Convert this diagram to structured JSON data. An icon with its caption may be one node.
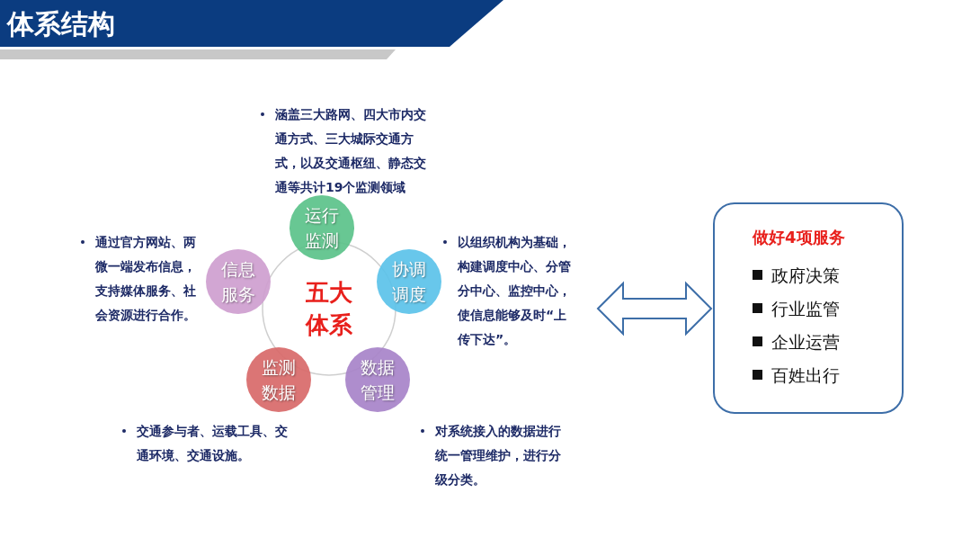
{
  "diagram": {
    "title": "体系结构",
    "nodes": [
      {
        "text": [
          "五大体系"
        ]
      },
      {
        "text": [
          "运行监测"
        ],
        "beside": [
          "涵盖三大路网、四大市内交通方式、三大城际交通方式，以及交通枢纽、静态交通等共计19个监测领域"
        ]
      },
      {
        "text": [
          "协调调度"
        ],
        "beside": [
          "以组织机构为基础，构建调度中心、分管分中心、监控中心，使信息能够及时“上传下达”。"
        ]
      },
      {
        "text": [
          "数据管理"
        ],
        "beside": [
          "对系统接入的数据进行统一管理维护，进行分级分类。"
        ]
      },
      {
        "text": [
          "监测数据"
        ],
        "beside": [
          "交通参与者、运载工具、交通环境、交通设施。"
        ]
      },
      {
        "text": [
          "信息服务"
        ],
        "beside": [
          "通过官方网站、两微一端发布信息，支持媒体服务、社会资源进行合作。"
        ]
      },
      {
        "text": [
          "做好4项服务",
          "政府决策",
          "行业监管",
          "企业运营",
          "百姓出行"
        ]
      }
    ],
    "edges": [
      {
        "from": null,
        "to": 6,
        "arrow": "both"
      }
    ]
  }
}
